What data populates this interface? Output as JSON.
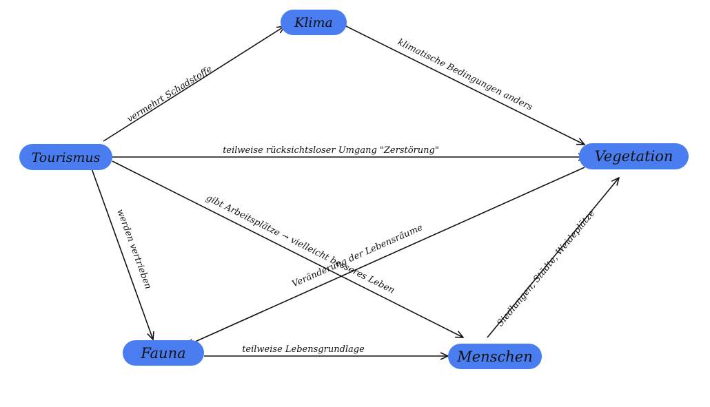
{
  "nodes": {
    "klima": "Klima",
    "tourismus": "Tourismus",
    "vegetation": "Vegetation",
    "fauna": "Fauna",
    "menschen": "Menschen"
  },
  "edges": {
    "tourismus_klima": "vermehrt Schadstoffe",
    "klima_vegetation": "klimatische Bedingungen anders",
    "tourismus_vegetation": "teilweise rücksichtsloser Umgang \"Zerstörung\"",
    "tourismus_fauna": "werden vertrieben",
    "tourismus_menschen": "gibt Arbeitsplätze → vielleicht besseres Leben",
    "vegetation_fauna": "Veränderung der Lebensräume",
    "fauna_menschen": "teilweise Lebensgrundlage",
    "menschen_vegetation": "Siedlungen, Städte, Weideplätze"
  },
  "colors": {
    "node_fill": "#4a7df0",
    "ink": "#111111"
  }
}
